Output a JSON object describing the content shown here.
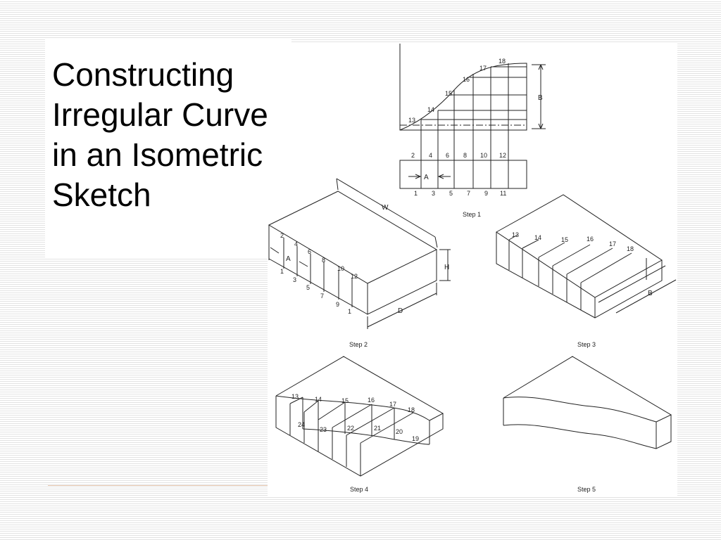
{
  "slide": {
    "title": "Constructing Irregular Curves in an Isometric Sketch"
  },
  "figure": {
    "step_labels": [
      "Step 1",
      "Step 2",
      "Step 3",
      "Step 4",
      "Step 5"
    ],
    "step1": {
      "curve_points": [
        "13",
        "14",
        "15",
        "16",
        "17",
        "18"
      ],
      "top_numbers": [
        "2",
        "4",
        "6",
        "8",
        "10",
        "12"
      ],
      "bottom_numbers": [
        "1",
        "3",
        "5",
        "7",
        "9",
        "11"
      ],
      "dim_A": "A",
      "dim_B": "B"
    },
    "step2": {
      "top_numbers": [
        "2",
        "4",
        "6",
        "8",
        "10",
        "12"
      ],
      "bottom_numbers": [
        "1",
        "3",
        "5",
        "7",
        "9",
        "1"
      ],
      "dim_W": "W",
      "dim_H": "H",
      "dim_D": "D",
      "dim_A": "A"
    },
    "step3": {
      "numbers": [
        "13",
        "14",
        "15",
        "16",
        "17",
        "18"
      ],
      "dim_B": "B"
    },
    "step4": {
      "top_numbers": [
        "13",
        "14",
        "15",
        "16",
        "17",
        "18"
      ],
      "lower_numbers": [
        "24",
        "23",
        "22",
        "21",
        "20",
        "19"
      ]
    }
  },
  "colors": {
    "line": "#222222",
    "stripe": "#e3e3e3",
    "footer_rule": "#e8c8b0"
  }
}
